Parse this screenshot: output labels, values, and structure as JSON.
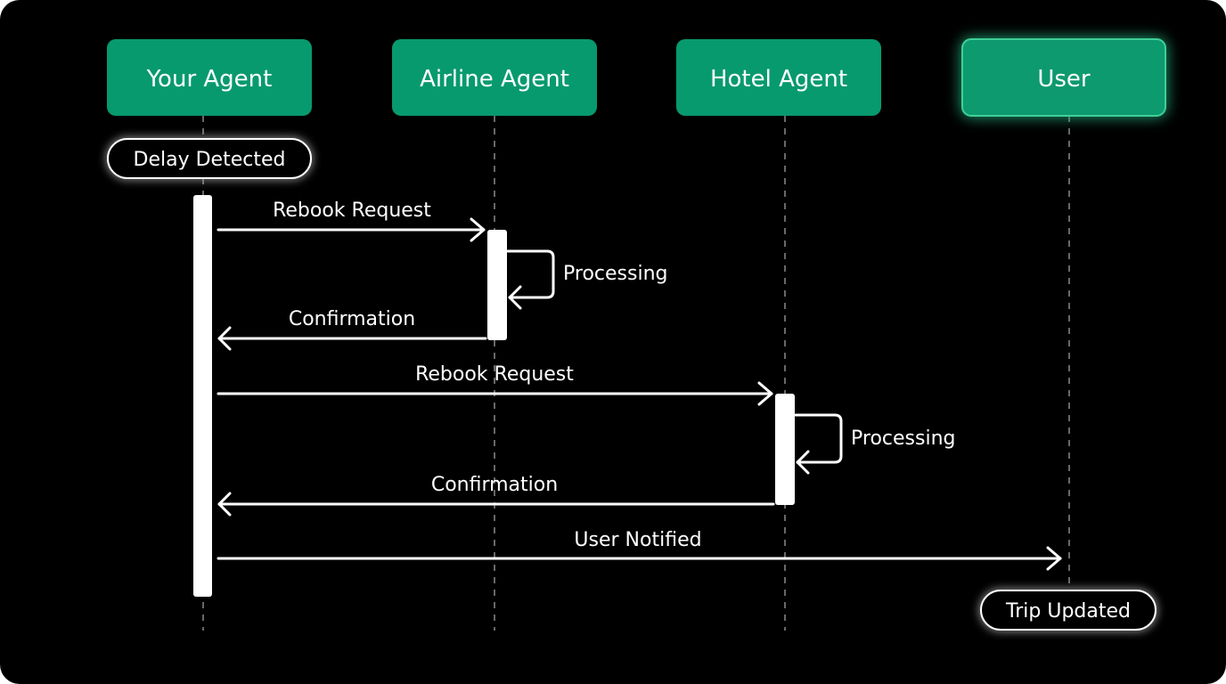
{
  "actors": [
    {
      "id": "your-agent",
      "label": "Your Agent"
    },
    {
      "id": "airline-agent",
      "label": "Airline Agent"
    },
    {
      "id": "hotel-agent",
      "label": "Hotel Agent"
    },
    {
      "id": "user",
      "label": "User"
    }
  ],
  "notes": {
    "start": "Delay Detected",
    "end": "Trip Updated"
  },
  "messages": [
    {
      "label": "Rebook Request",
      "from": "your-agent",
      "to": "airline-agent"
    },
    {
      "label": "Processing",
      "from": "airline-agent",
      "to": "airline-agent"
    },
    {
      "label": "Confirmation",
      "from": "airline-agent",
      "to": "your-agent"
    },
    {
      "label": "Rebook Request",
      "from": "your-agent",
      "to": "hotel-agent"
    },
    {
      "label": "Processing",
      "from": "hotel-agent",
      "to": "hotel-agent"
    },
    {
      "label": "Confirmation",
      "from": "hotel-agent",
      "to": "your-agent"
    },
    {
      "label": "User Notified",
      "from": "your-agent",
      "to": "user"
    }
  ],
  "colors": {
    "background": "#000000",
    "actor_fill": "#079a6e",
    "line": "#ffffff",
    "lifeline": "#8a8a8a"
  }
}
